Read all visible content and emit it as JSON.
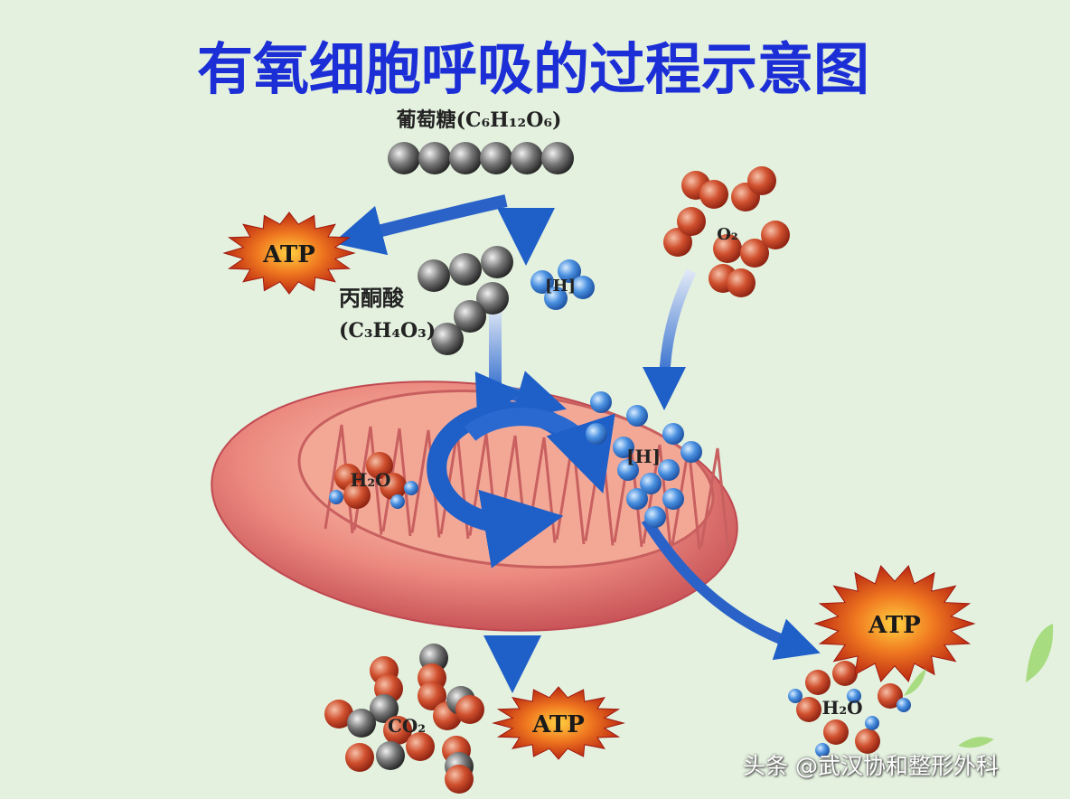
{
  "title": "有氧细胞呼吸的过程示意图",
  "labels": {
    "glucose": "葡萄糖(C₆H₁₂O₆)",
    "pyruvate_name": "丙酮酸",
    "pyruvate_formula": "(C₃H₄O₃)",
    "h_top": "[H]",
    "h_mito": "[H]",
    "o2": "O₂",
    "h2o_mito": "H₂O",
    "h2o_bottom": "H₂O",
    "co2": "CO₂",
    "atp_1": "ATP",
    "atp_2": "ATP",
    "atp_3": "ATP"
  },
  "watermark": "头条 @武汉协和整形外科",
  "colors": {
    "background": "#e4f1df",
    "title": "#1c2fd6",
    "arrow": "#1f5fc8",
    "mitochondrion": "#e07a78",
    "atp_star": "#c8281c",
    "carbon": "#555555",
    "oxygen": "#c0402a",
    "hydrogen": "#4a90e0"
  }
}
